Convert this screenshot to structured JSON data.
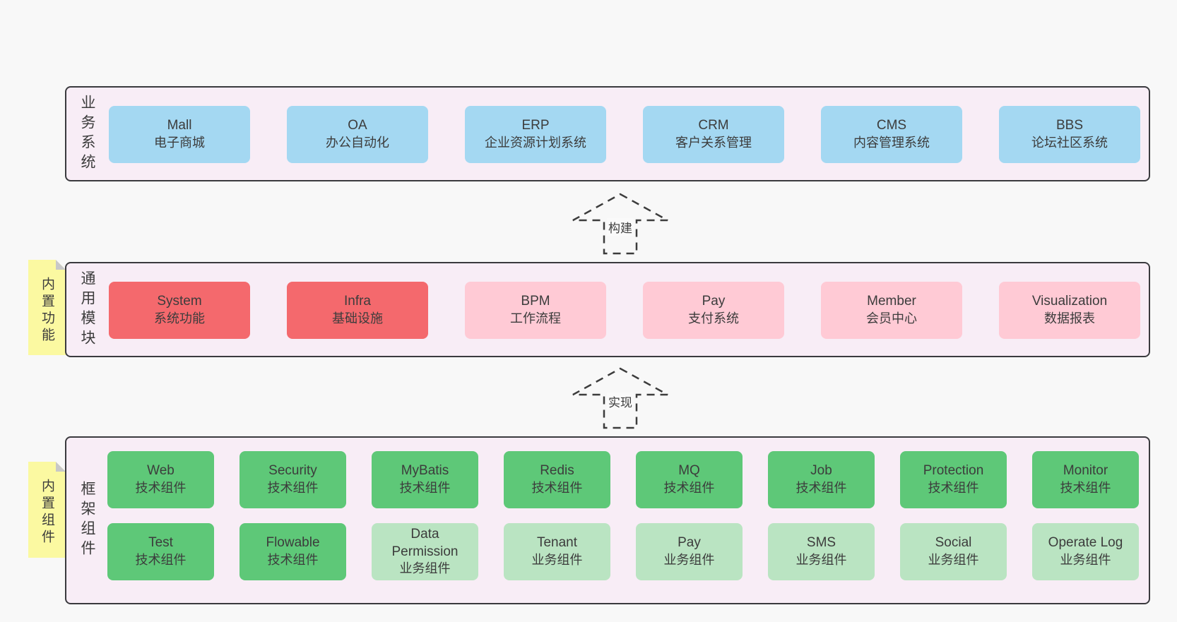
{
  "colors": {
    "page_bg": "#f8f8f8",
    "panel_bg": "#f8edf6",
    "panel_border": "#3a3a3e",
    "blue": "#a4d8f2",
    "red": "#f4696d",
    "pink": "#ffcad5",
    "green": "#5ec878",
    "lightgreen": "#bae4c2",
    "sticky": "#fbf9a1",
    "sticky_fold": "#c8c8c8",
    "text": "#3c3c3c"
  },
  "layers": {
    "business": {
      "label": "业务系统",
      "boxes": [
        {
          "name": "Mall",
          "desc": "电子商城",
          "variant": "blue"
        },
        {
          "name": "OA",
          "desc": "办公自动化",
          "variant": "blue"
        },
        {
          "name": "ERP",
          "desc": "企业资源计划系统",
          "variant": "blue"
        },
        {
          "name": "CRM",
          "desc": "客户关系管理",
          "variant": "blue"
        },
        {
          "name": "CMS",
          "desc": "内容管理系统",
          "variant": "blue"
        },
        {
          "name": "BBS",
          "desc": "论坛社区系统",
          "variant": "blue"
        }
      ]
    },
    "modules": {
      "label": "通用模块",
      "sticky": "内置功能",
      "boxes": [
        {
          "name": "System",
          "desc": "系统功能",
          "variant": "red"
        },
        {
          "name": "Infra",
          "desc": "基础设施",
          "variant": "red"
        },
        {
          "name": "BPM",
          "desc": "工作流程",
          "variant": "pink"
        },
        {
          "name": "Pay",
          "desc": "支付系统",
          "variant": "pink"
        },
        {
          "name": "Member",
          "desc": "会员中心",
          "variant": "pink"
        },
        {
          "name": "Visualization",
          "desc": "数据报表",
          "variant": "pink"
        }
      ]
    },
    "components": {
      "label": "框架组件",
      "sticky": "内置组件",
      "row1": [
        {
          "name": "Web",
          "desc": "技术组件",
          "variant": "green"
        },
        {
          "name": "Security",
          "desc": "技术组件",
          "variant": "green"
        },
        {
          "name": "MyBatis",
          "desc": "技术组件",
          "variant": "green"
        },
        {
          "name": "Redis",
          "desc": "技术组件",
          "variant": "green"
        },
        {
          "name": "MQ",
          "desc": "技术组件",
          "variant": "green"
        },
        {
          "name": "Job",
          "desc": "技术组件",
          "variant": "green"
        },
        {
          "name": "Protection",
          "desc": "技术组件",
          "variant": "green"
        },
        {
          "name": "Monitor",
          "desc": "技术组件",
          "variant": "green"
        }
      ],
      "row2": [
        {
          "name": "Test",
          "desc": "技术组件",
          "variant": "green"
        },
        {
          "name": "Flowable",
          "desc": "技术组件",
          "variant": "green"
        },
        {
          "name": "Data Permission",
          "desc": "业务组件",
          "variant": "lightgreen"
        },
        {
          "name": "Tenant",
          "desc": "业务组件",
          "variant": "lightgreen"
        },
        {
          "name": "Pay",
          "desc": "业务组件",
          "variant": "lightgreen"
        },
        {
          "name": "SMS",
          "desc": "业务组件",
          "variant": "lightgreen"
        },
        {
          "name": "Social",
          "desc": "业务组件",
          "variant": "lightgreen"
        },
        {
          "name": "Operate Log",
          "desc": "业务组件",
          "variant": "lightgreen"
        }
      ]
    }
  },
  "arrows": [
    {
      "label": "构建"
    },
    {
      "label": "实现"
    }
  ]
}
